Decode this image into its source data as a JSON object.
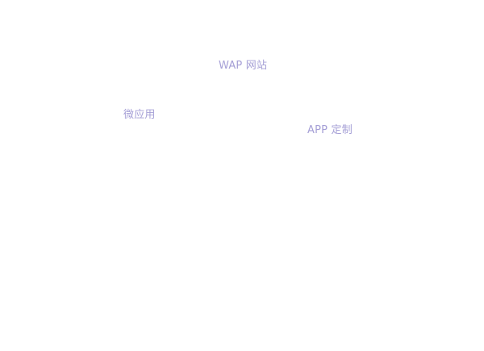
{
  "labels": {
    "wap_site": "WAP 网站",
    "micro_app": "微应用",
    "app_custom": "APP 定制"
  },
  "colors": {
    "background": "#ffffff",
    "label_text": "#a59fd6"
  }
}
